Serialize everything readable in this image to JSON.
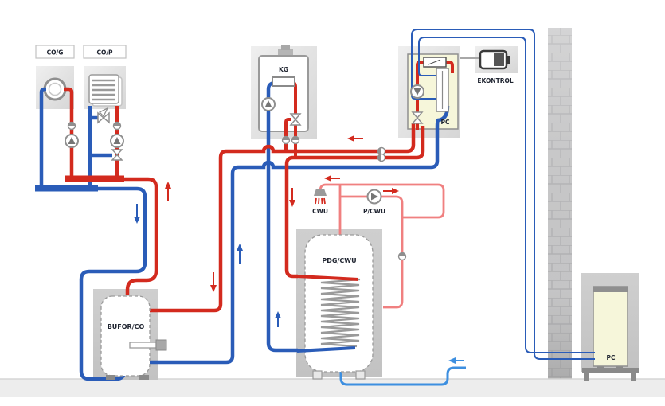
{
  "diagram": {
    "labels": {
      "co_g": "CO/G",
      "co_p": "CO/P",
      "kg": "KG",
      "pc_indoor": "PC",
      "ekontrol": "EKONTROL",
      "cwu": "CWU",
      "p_cwu": "P/CWU",
      "pdg_cwu": "PDG/CWU",
      "bufor_co": "BUFOR/CO",
      "pc_outdoor": "PC"
    },
    "colors": {
      "hot": "#d32a1e",
      "cold": "#2a5cb8",
      "dhw": "#f08080",
      "cold_water": "#3d8fe0",
      "component": "#8f8f8f",
      "label_text": "#1f2430"
    }
  }
}
